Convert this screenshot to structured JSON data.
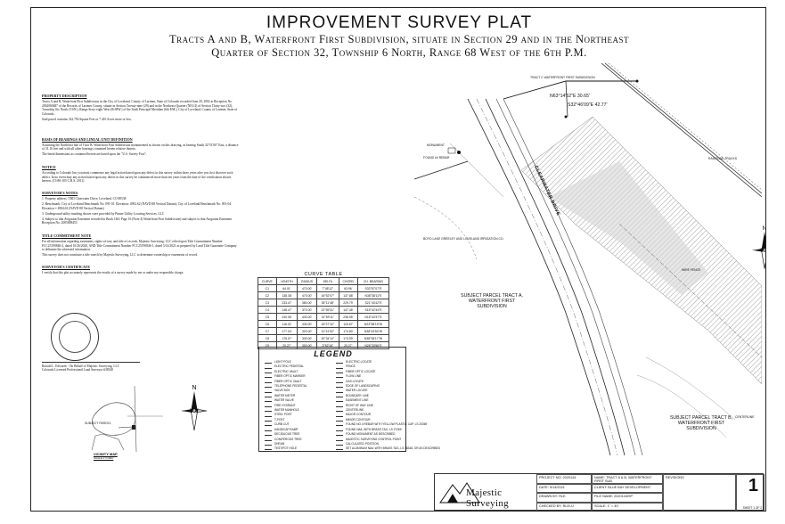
{
  "title": "IMPROVEMENT SURVEY PLAT",
  "subtitle_1": "Tracts A and B, Waterfront First Subdivision, situate in Section 29 and in the Northeast",
  "subtitle_2": "Quarter of Section 32, Township 6 North, Range 68 West of the 6th P.M.",
  "notes": [
    {
      "heading": "PROPERTY DESCRIPTION",
      "body": [
        "Tracts A and B, Waterfront First Subdivision in the City of Loveland, County of Larimer, State of Colorado recorded June 20, 2002 at Reception No. 2002069487 of the Records of Larimer County, situate in Section Twenty-nine (29) and in the Northeast Quarter (NE1/4) of Section Thirty-two (32), Township Six North (T.6N.), Range Sixty-eight West (R.68W.) of the Sixth Principal Meridian (6th P.M.), City of Loveland, County of Larimer, State of Colorado.",
        "Said parcel contains 322,794 Square Feet or 7.410 Acres more or less."
      ]
    },
    {
      "heading": "BASIS OF BEARINGS AND LINEAL UNIT DEFINITION",
      "body": [
        "Assuming the Northeast line of Tract B, Waterfront First Subdivision monumented as shown on this drawing, as bearing South 32°51'00\" East, a distance of 31.16 feet and with all other bearings contained herein relative thereto.",
        "The lineal dimensions as contained herein are based upon the \"U.S. Survey Foot\"."
      ]
    },
    {
      "heading": "NOTICE",
      "body": [
        "According to Colorado law you must commence any legal action based upon any defect in this survey within three years after you first discover such defect. In no event may any action based upon any defect in this survey be commenced more than ten years from the date of the certification shown hereon. (13-80-105 C.R.S. 2011)"
      ]
    },
    {
      "heading": "SURVEYOR'S NOTES",
      "body": [
        "1. Property address: TBD Clearwater Drive, Loveland, CO 80538",
        "2. Benchmark: City of Loveland Benchmark No. 091-01. Elevation: 4992.62 (NAVD 88 Vertical Datum); City of Loveland Benchmark No. 091-04. Elevation = 4984.63 (NAVD 88 Vertical Datum)",
        "3. Underground utility marking shown were provided by Pinner Utility Locating Services, LLC",
        "4. Subject to that Avigation Easement recorded in Book 1461 Page 16 (Note 4) Waterfront First Subdivision) and subject to that Avigation Easement Reception No. 2005008455"
      ]
    },
    {
      "heading": "TITLE COMMITMENT NOTE",
      "body": [
        "For all information regarding easements, rights-of-way and title of records, Majestic Surveying, LLC relied upon Title Commitment Number FCC25190846-2, dated 10/26/2020, AND Title Commitment Number FCC25190846-1, dated 5/14/2021 as prepared by Land Title Guarantee Company to delineate the aforesaid information.",
        "This survey does not constitute a title search by Majestic Surveying, LLC to determine ownership or easements of record."
      ]
    },
    {
      "heading": "SURVEYOR'S CERTIFICATE",
      "body": [
        "I certify that this plat accurately represents the results of a survey made by me or under my responsible charge."
      ]
    }
  ],
  "signature": {
    "line1": "Ronald L. Edwards - On Behalf of Majestic Surveying, LLC",
    "line2": "Colorado Licensed Professional Land Surveyor #38348"
  },
  "vicinity_map": {
    "title": "VICINITY MAP",
    "scale": "SCALE 1\"=1000'",
    "subject": "SUBJECT PARCEL"
  },
  "curve_table": {
    "title": "CURVE TABLE",
    "headers": [
      "CURVE",
      "LENGTH",
      "RADIUS",
      "DELTA",
      "CHORD",
      "CH. BEARING"
    ],
    "rows": [
      [
        "C1",
        "64.01'",
        "470.00'",
        "7°48'12\"",
        "63.96'",
        "S33°57'07\"E"
      ],
      [
        "C2",
        "138.38'",
        "470.00'",
        "16°52'07\"",
        "137.88'",
        "N38°38'11\"E"
      ],
      [
        "C3",
        "233.47'",
        "380.00'",
        "35°11'48\"",
        "229.79'",
        "S21°43'42\"E"
      ],
      [
        "C4",
        "148.47'",
        "370.00'",
        "22°59'31\"",
        "147.48'",
        "S15°42'34\"E"
      ],
      [
        "C5",
        "240.06'",
        "430.00'",
        "31°59'11\"",
        "236.95'",
        "N15°43'37\"E"
      ],
      [
        "C6",
        "116.02'",
        "430.00'",
        "15°27'32\"",
        "115.67'",
        "N23°58'19\"W"
      ],
      [
        "C7",
        "177.04'",
        "320.00'",
        "31°41'52\"",
        "174.80'",
        "N38°43'54\"W"
      ],
      [
        "C8",
        "176.07'",
        "330.00'",
        "30°34'14\"",
        "173.99'",
        "N38°08'17\"W"
      ],
      [
        "C9",
        "20.27'",
        "300.00'",
        "3°52'16\"",
        "20.27'",
        "N26°33'56\"E"
      ]
    ]
  },
  "legend": {
    "title": "LEGEND",
    "left": [
      "LIGHT POLE",
      "ELECTRIC PEDESTAL",
      "ELECTRIC VAULT",
      "FIBER OPTIC MARKER",
      "FIBER OPTIC VAULT",
      "TELEPHONE PEDESTAL",
      "VALVE BOX",
      "WATER METER",
      "WATER VALVE",
      "FIRE HYDRANT",
      "WATER MANHOLE",
      "STEEL POST",
      "T-POST",
      "CURB CUT",
      "HANDICAP RAMP",
      "DECIDUOUS TREE",
      "CONIFEROUS TREE",
      "SHRUB",
      "TEST/POT HOLE"
    ],
    "right": [
      "ELECTRIC LOCATE",
      "FENCE",
      "FIBER OPTIC LOCATE",
      "FLOW LINE",
      "GAS LOCATE",
      "EDGE OF LANDSCAPING",
      "WATER LOCATE",
      "BOUNDARY LINE",
      "EASEMENT LINE",
      "RIGHT OF WAY LINE",
      "CENTERLINE",
      "MAJOR CONTOUR",
      "MINOR CONTOUR",
      "FOUND NO.4 REBAR WITH YELLOW PLASTIC CAP, LS 25369",
      "FOUND NAIL WITH BRASS TAG, LS 27269",
      "FOUND MONUMENT AS DESCRIBED",
      "MAJESTIC SURVEYING CONTROL POINT",
      "CALCULATED POSITION",
      "SET ALUMINUM NAIL WITH BRASS TAG, LS 38348, OR AS DESCRIBED"
    ]
  },
  "map_labels": {
    "tract_c": "TRACT C WATERFRONT FIRST SUBDIVISION",
    "road": "CLEARWATER DRIVE",
    "tract_a": "SUBJECT PARCEL TRACT A, WATERFRONT FIRST SUBDIVISION",
    "tract_b": "SUBJECT PARCEL TRACT B, WATERFRONT FIRST SUBDIVISION",
    "bearing1": "N63°14'52\"E 30.65'",
    "bearing2": "S32°46'09\"E 42.77'",
    "railroad": "RAILROAD TRACKS",
    "ditch": "BOYD LAKE GREELEY AND LOVELAND IRRIGATION CO.",
    "wire_fence": "WIRE FENCE",
    "centerline": "CENTERLINE",
    "monument": "MONUMENT",
    "found_rebar": "FOUND #4 REBAR"
  },
  "title_block": {
    "company": "Majestic Surveying",
    "project_no_label": "PROJECT NO:",
    "project_no": "2020144",
    "date_label": "DATE:",
    "date": "5/14/2021",
    "drawn_label": "DRAWN BY:",
    "drawn": "RLE",
    "checked_label": "CHECKED BY:",
    "checked": "RLE/JJ",
    "name_label": "NAME:",
    "name": "TRACT A & B, WATERFRONT FIRST SUB.",
    "client_label": "CLIENT:",
    "client": "BLUE BAY DEVELOPMENT",
    "file_label": "FILE NAME:",
    "file": "2020144ISP",
    "scale_label": "SCALE:",
    "scale": "1\" = 40'",
    "revisions": "REVISIONS",
    "sheet_no": "1",
    "sheet_of": "SHEET 1 OF 2"
  },
  "colors": {
    "ink": "#111111",
    "hatch": "#8a8a8a",
    "easement": "#bdbdbd"
  }
}
